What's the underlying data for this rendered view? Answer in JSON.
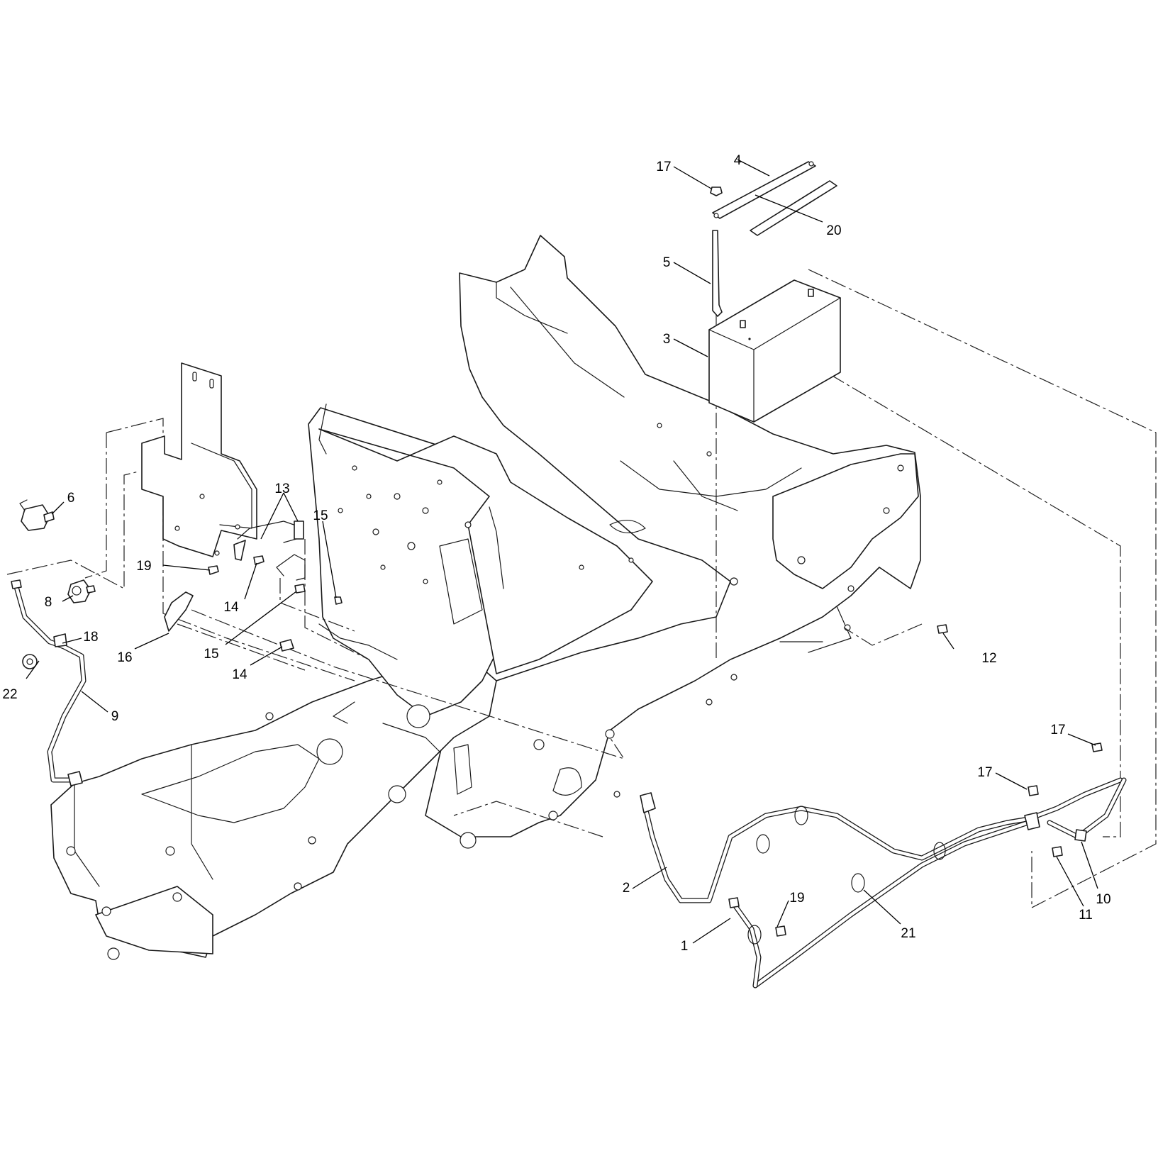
{
  "diagram": {
    "callouts": [
      {
        "id": "c1",
        "label": "1"
      },
      {
        "id": "c2",
        "label": "2"
      },
      {
        "id": "c3",
        "label": "3"
      },
      {
        "id": "c4",
        "label": "4"
      },
      {
        "id": "c5",
        "label": "5"
      },
      {
        "id": "c6",
        "label": "6"
      },
      {
        "id": "c8",
        "label": "8"
      },
      {
        "id": "c9",
        "label": "9"
      },
      {
        "id": "c10",
        "label": "10"
      },
      {
        "id": "c11",
        "label": "11"
      },
      {
        "id": "c12",
        "label": "12"
      },
      {
        "id": "c13",
        "label": "13"
      },
      {
        "id": "c14a",
        "label": "14"
      },
      {
        "id": "c14b",
        "label": "14"
      },
      {
        "id": "c15a",
        "label": "15"
      },
      {
        "id": "c15b",
        "label": "15"
      },
      {
        "id": "c16",
        "label": "16"
      },
      {
        "id": "c17a",
        "label": "17"
      },
      {
        "id": "c17b",
        "label": "17"
      },
      {
        "id": "c17c",
        "label": "17"
      },
      {
        "id": "c18",
        "label": "18"
      },
      {
        "id": "c19a",
        "label": "19"
      },
      {
        "id": "c19b",
        "label": "19"
      },
      {
        "id": "c20",
        "label": "20"
      },
      {
        "id": "c21",
        "label": "21"
      },
      {
        "id": "c22",
        "label": "22"
      }
    ]
  }
}
